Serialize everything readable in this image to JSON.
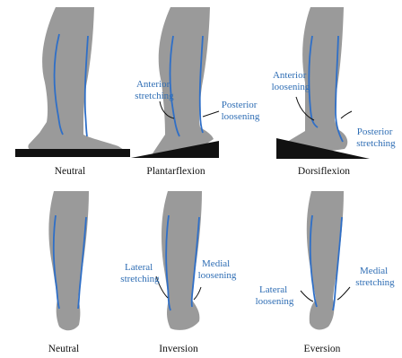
{
  "colors": {
    "leg": "#9a9a9a",
    "tendon": "#2f6fc7",
    "annotation": "#2e6db4",
    "ground": "#111111",
    "caption": "#111111"
  },
  "panels": [
    {
      "caption": "Neutral",
      "labels": []
    },
    {
      "caption": "Plantarflexion",
      "labels": [
        {
          "lines": [
            "Anterior",
            "stretching"
          ]
        },
        {
          "lines": [
            "Posterior",
            "loosening"
          ]
        }
      ]
    },
    {
      "caption": "Dorsiflexion",
      "labels": [
        {
          "lines": [
            "Anterior",
            "loosening"
          ]
        },
        {
          "lines": [
            "Posterior",
            "stretching"
          ]
        }
      ]
    },
    {
      "caption": "Neutral",
      "labels": []
    },
    {
      "caption": "Inversion",
      "labels": [
        {
          "lines": [
            "Lateral",
            "stretching"
          ]
        },
        {
          "lines": [
            "Medial",
            "loosening"
          ]
        }
      ]
    },
    {
      "caption": "Eversion",
      "labels": [
        {
          "lines": [
            "Lateral",
            "loosening"
          ]
        },
        {
          "lines": [
            "Medial",
            "stretching"
          ]
        }
      ]
    }
  ]
}
